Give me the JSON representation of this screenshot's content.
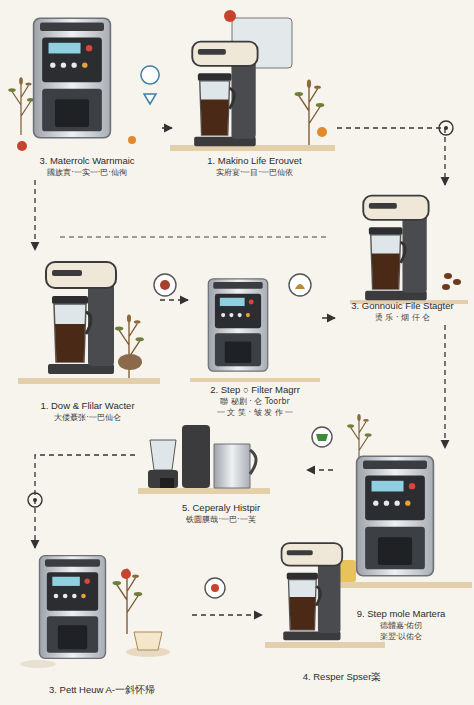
{
  "diagram": {
    "nodes": [
      {
        "text": [
          "3. Materrolc Warnmaic",
          "國族實·一实一·巴·仙徇"
        ]
      },
      {
        "text": [
          "1. Makino Life Erouvet",
          "实府宴·一目·一巴仙依"
        ]
      },
      {
        "text": [
          "3. Gonnouic File Stagter",
          "烫 乐 · 烟 仟 仑"
        ]
      },
      {
        "text": [
          "1. Dow & Flilar Wacter",
          "大偻聂张·一巴仙仑"
        ]
      },
      {
        "text": [
          "2. Step ○ Filter Magrr",
          "聯 秘剧 · 仑 Toorbr",
          "一 文 笑 · 皱 发 作 一"
        ]
      },
      {
        "text": [
          "5. Ceperaly Histpir",
          "铁圆膜哉·一巴·一芙"
        ]
      },
      {
        "text": [
          "9. Step mole Martera",
          "德體嘉·佑仞",
          "楽翌·以佑仑"
        ]
      },
      {
        "text": [
          "3. Pett Heuw A-一斜怀帰"
        ]
      },
      {
        "text": [
          "4. Resper Spser楽"
        ]
      }
    ],
    "edges": [
      {
        "from": 0,
        "to": 1,
        "arrow": "to"
      },
      {
        "from": 1,
        "to": 2,
        "arrow": "to"
      },
      {
        "from": 0,
        "to": 3,
        "arrow": "to"
      },
      {
        "from": 3,
        "to": 4,
        "arrow": "to"
      },
      {
        "from": 4,
        "to": 2,
        "arrow": "to"
      },
      {
        "from": 2,
        "to": 6,
        "arrow": "to"
      },
      {
        "from": 6,
        "to": 5,
        "arrow": "to"
      },
      {
        "from": 5,
        "to": 7,
        "arrow": "to"
      },
      {
        "from": 7,
        "to": 8,
        "arrow": "to"
      }
    ]
  }
}
